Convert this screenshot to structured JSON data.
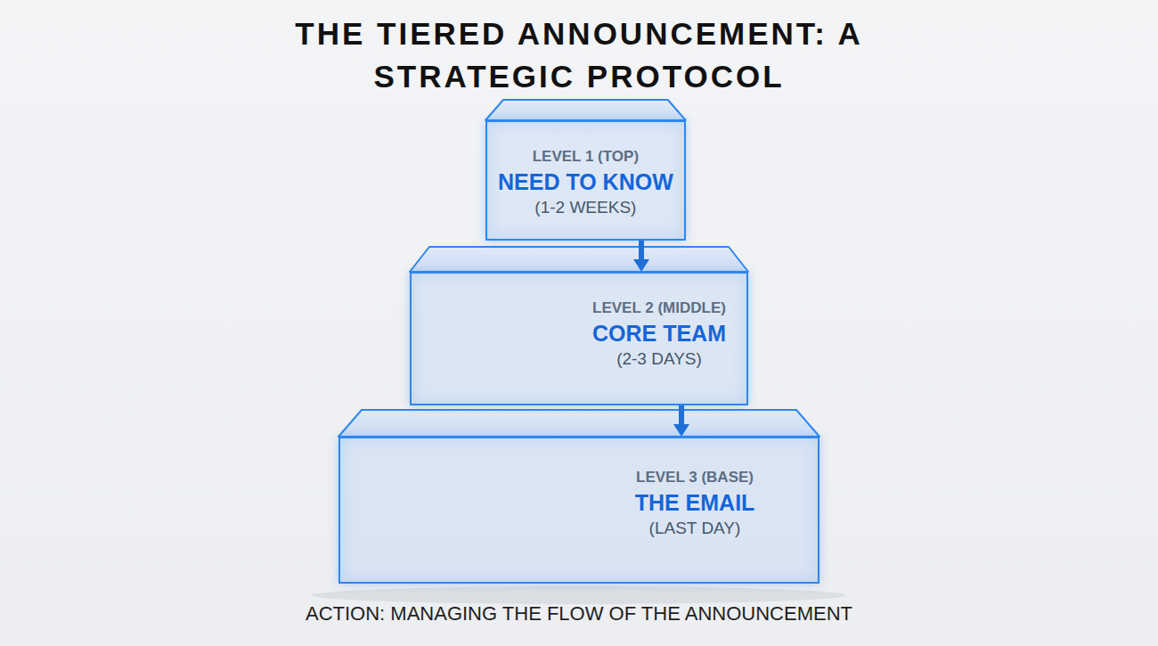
{
  "diagram": {
    "title": "THE TIERED ANNOUNCEMENT: A STRATEGIC PROTOCOL",
    "caption": "ACTION: MANAGING THE FLOW OF THE ANNOUNCEMENT",
    "nodes": [
      {
        "text": [
          "LEVEL 1 (TOP)",
          "NEED TO KNOW",
          "(1-2 WEEKS)"
        ]
      },
      {
        "text": [
          "LEVEL 2 (MIDDLE)",
          "CORE TEAM",
          "(2-3 DAYS)"
        ]
      },
      {
        "text": [
          "LEVEL 3 (BASE)",
          "THE EMAIL",
          "(LAST DAY)"
        ]
      }
    ],
    "edges": [
      {
        "from": 0,
        "to": 1,
        "arrow": "to"
      },
      {
        "from": 1,
        "to": 2,
        "arrow": "to"
      }
    ]
  }
}
